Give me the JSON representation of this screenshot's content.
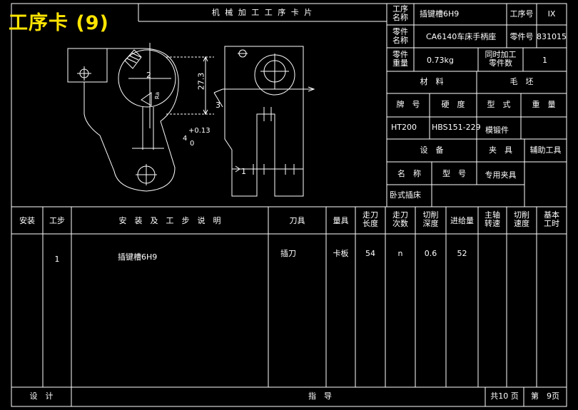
{
  "page_title": "工序卡 (9)",
  "card_title": "机 械 加 工 工 序 卡 片",
  "header": {
    "process_name_label": "工序\n名称",
    "process_name": "插键槽6H9",
    "process_no_label": "工序号",
    "process_no": "IX",
    "part_name_label": "零件\n名称",
    "part_name": "CA6140车床手柄座",
    "part_no_label": "零件号",
    "part_no": "831015",
    "part_weight_label": "零件\n重量",
    "part_weight": "0.73kg",
    "simultaneous_label": "同时加工\n零件数",
    "simultaneous": "1"
  },
  "material": {
    "section_label": "材　料",
    "blank_label": "毛　坯",
    "grade_label": "牌　号",
    "hardness_label": "硬　度",
    "type_label": "型　式",
    "weight_label": "重　量",
    "grade": "HT200",
    "hardness": "HBS151-229",
    "type": "模锻件"
  },
  "equipment": {
    "section_label": "设　备",
    "fixture_label": "夹　具",
    "aux_tool_label": "辅助工具",
    "name_label": "名　称",
    "model_label": "型　号",
    "fixture_value": "专用夹具",
    "name": "卧式插床"
  },
  "drawing": {
    "dim_width": "27.3",
    "dim_tol_upper": "+0.13",
    "dim_tol_base": "4",
    "dim_tol_lower": "0",
    "mark_1": "1",
    "mark_2": "2",
    "mark_3": "3",
    "mark_ra": "Ra"
  },
  "table": {
    "headers": [
      "安装",
      "工步",
      "安　装　及　工　步　说　明",
      "刀具",
      "量具",
      "走刀\n长度",
      "走刀\n次数",
      "切削\n深度",
      "进给量",
      "主轴\n转速",
      "切削\n速度",
      "基本\n工时"
    ],
    "row": {
      "install": "",
      "step": "1",
      "description": "插键槽6H9",
      "tool": "插刀",
      "gauge": "卡板",
      "travel_length": "54",
      "passes": "n",
      "depth": "0.6",
      "feed": "52"
    }
  },
  "footer": {
    "design_label": "设　计",
    "guide_label": "指　导",
    "total_pages": "共10 页",
    "page_no": "第　9页"
  }
}
